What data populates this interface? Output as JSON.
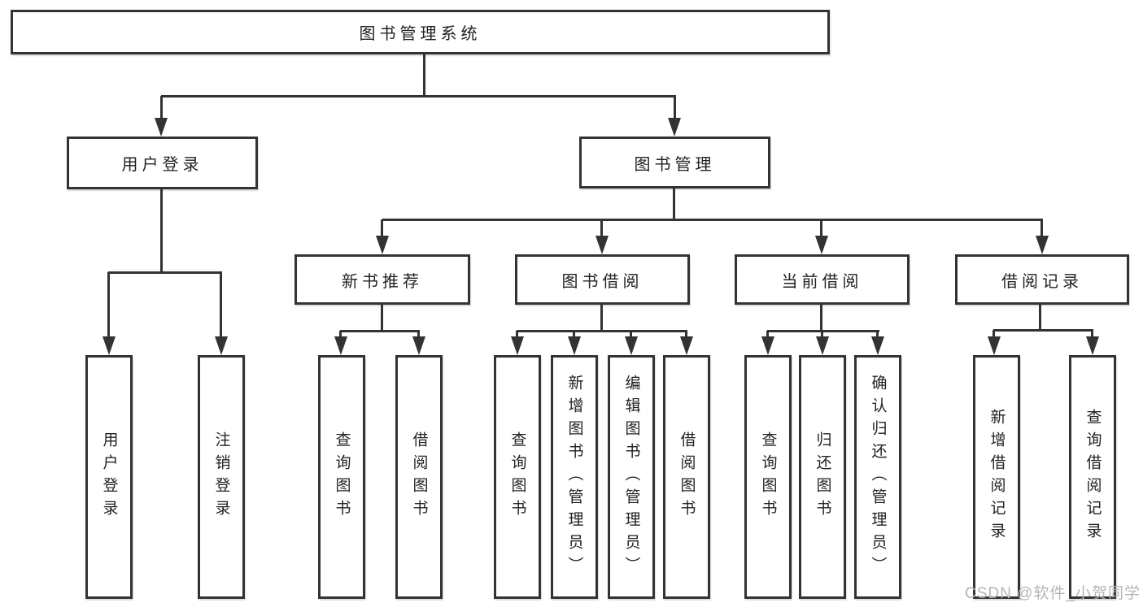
{
  "diagram": {
    "title": "图书管理系统",
    "watermark": "CSDN @软件_小贺同学",
    "colors": {
      "line": "#333333",
      "text": "#222222",
      "background": "#ffffff",
      "watermark": "#b5b5b5"
    },
    "nodes": {
      "root": "图书管理系统",
      "user_login": "用户登录",
      "book_management": "图书管理",
      "new_book_recommend": "新书推荐",
      "book_borrowing": "图书借阅",
      "current_borrowing": "当前借阅",
      "borrowing_records": "借阅记录",
      "user_login_leaf": "用户登录",
      "logout_leaf": "注销登录",
      "nb_query_books": "查询图书",
      "nb_borrow_books": "借阅图书",
      "bb_query_books": "查询图书",
      "bb_add_books_admin": "新增图书（管理员）",
      "bb_edit_books_admin": "编辑图书（管理员）",
      "bb_borrow_books": "借阅图书",
      "cb_query_books": "查询图书",
      "cb_return_books": "归还图书",
      "cb_confirm_return_admin": "确认归还（管理员）",
      "br_add_record": "新增借阅记录",
      "br_query_record": "查询借阅记录"
    },
    "hierarchy": {
      "图书管理系统": {
        "用户登录": [
          "用户登录",
          "注销登录"
        ],
        "图书管理": {
          "新书推荐": [
            "查询图书",
            "借阅图书"
          ],
          "图书借阅": [
            "查询图书",
            "新增图书（管理员）",
            "编辑图书（管理员）",
            "借阅图书"
          ],
          "当前借阅": [
            "查询图书",
            "归还图书",
            "确认归还（管理员）"
          ],
          "借阅记录": [
            "新增借阅记录",
            "查询借阅记录"
          ]
        }
      }
    }
  }
}
